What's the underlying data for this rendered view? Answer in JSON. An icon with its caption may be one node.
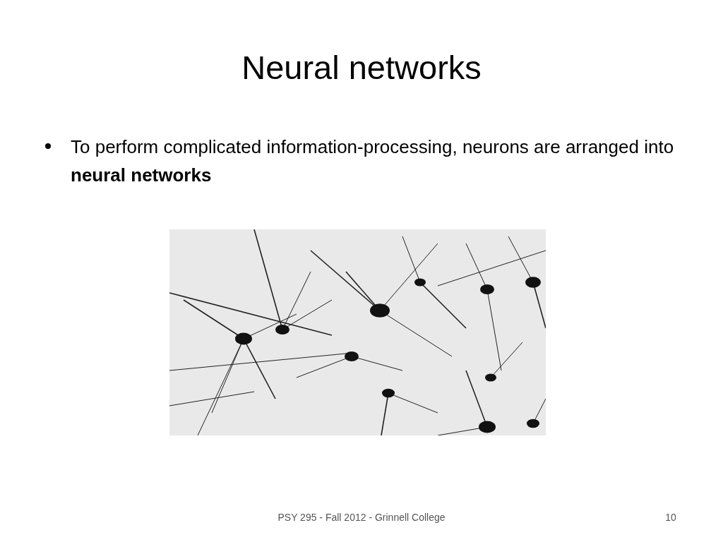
{
  "diagram": {
    "title": "Neural networks",
    "labels": [
      "To perform complicated information-processing, neurons are arranged into **neural networks**",
      "PSY 295 - Fall 2012 - Grinnell College",
      "10"
    ]
  }
}
